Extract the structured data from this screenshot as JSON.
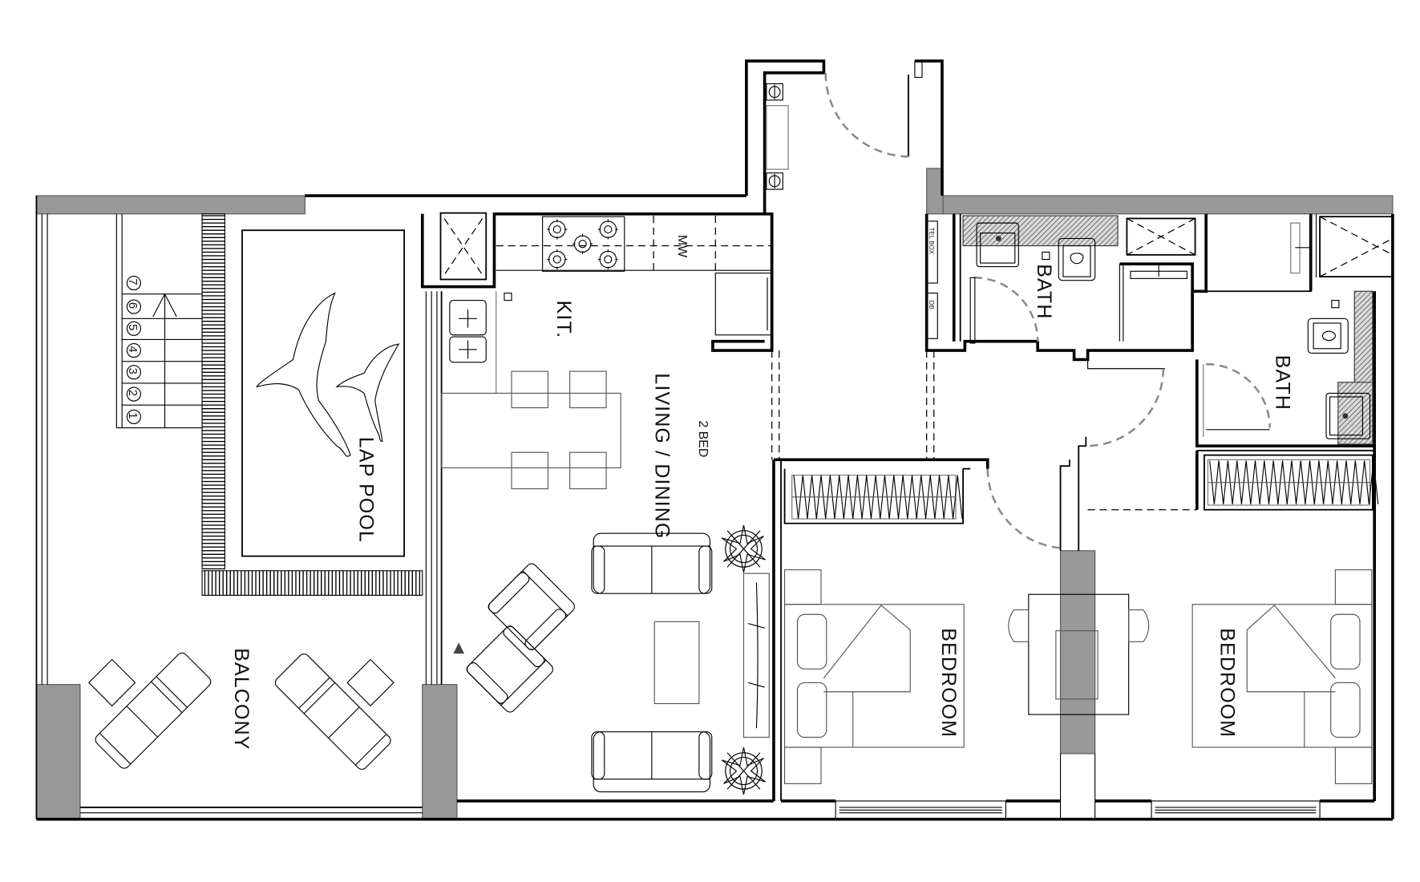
{
  "plan": {
    "title": "2 BED",
    "colors": {
      "wall": "#000000",
      "column": "#999999",
      "hatch": "#555555",
      "door_swing": "#888888",
      "background": "#ffffff"
    },
    "rooms": {
      "lap_pool": "LAP POOL",
      "balcony": "BALCONY",
      "kitchen": "KIT.",
      "living_dining": "LIVING / DINING",
      "unit_type": "2 BED",
      "bath_1": "BATH",
      "bath_2": "BATH",
      "bedroom_1": "BEDROOM",
      "bedroom_2": "BEDROOM"
    },
    "fixtures": {
      "microwave": "MW",
      "tel_box": "TEL BOX",
      "db": "DB"
    },
    "stairs": {
      "steps": [
        "1",
        "2",
        "3",
        "4",
        "5",
        "6",
        "7"
      ],
      "direction": "up"
    },
    "icons": {
      "pool_decoration": "dolphin-icon",
      "plant": "plant-icon",
      "tv": "tv-icon",
      "hob": "hob-icon",
      "sink": "sink-icon",
      "toilet": "toilet-icon",
      "wardrobe": "wardrobe-icon",
      "bed": "bed-icon",
      "sofa": "sofa-icon",
      "armchair": "armchair-icon",
      "sun_lounger": "sun-lounger-icon",
      "desk": "desk-icon",
      "shower": "shower-icon"
    }
  }
}
